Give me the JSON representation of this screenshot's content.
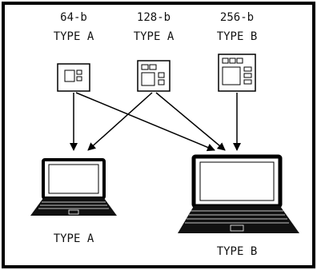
{
  "modules": [
    {
      "bits": "64-b",
      "type": "TYPE A"
    },
    {
      "bits": "128-b",
      "type": "TYPE A"
    },
    {
      "bits": "256-b",
      "type": "TYPE B"
    }
  ],
  "laptops": [
    {
      "label": "TYPE A"
    },
    {
      "label": "TYPE B"
    }
  ]
}
